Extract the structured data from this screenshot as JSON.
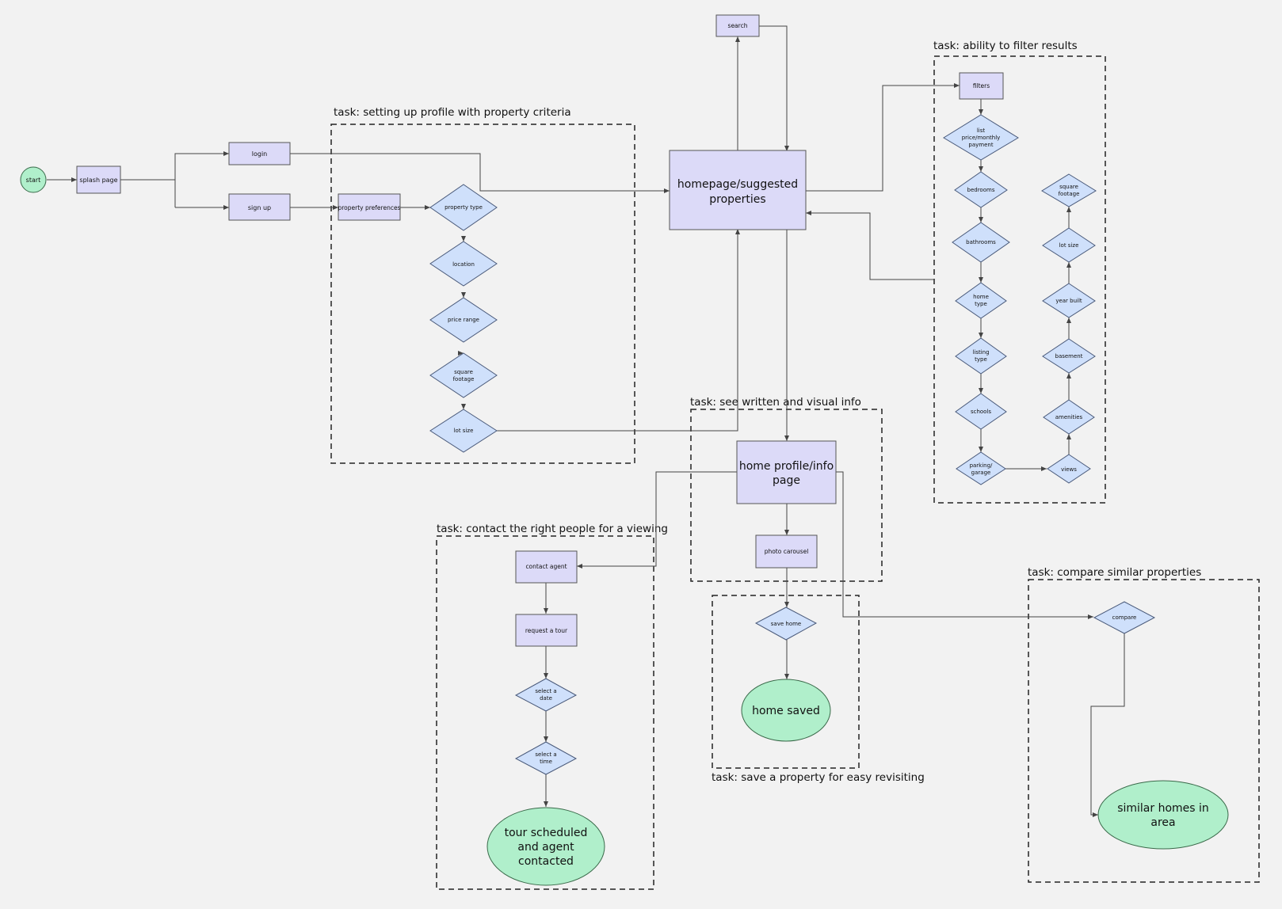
{
  "groups": {
    "profile": "task: setting up profile with property criteria",
    "filter": "task: ability to filter results",
    "info": "task: see written and visual info",
    "contact": "task: contact the right people for a viewing",
    "save": "task: save a property for easy revisiting",
    "compare": "task: compare similar properties"
  },
  "nodes": {
    "start": "start",
    "splash": "splash page",
    "login": "login",
    "signup": "sign up",
    "prefs": "property preferences",
    "ptype": "property type",
    "location": "location",
    "price": "price range",
    "sqft": "square footage",
    "lot": "lot size",
    "homepage": "homepage/suggested properties",
    "search": "search",
    "filters": "filters",
    "listprice": "list price/monthly payment",
    "bedrooms": "bedrooms",
    "bathrooms": "bathrooms",
    "hometype": "home type",
    "listingtype": "listing type",
    "schools": "schools",
    "parking": "parking/ garage",
    "views": "views",
    "amenities": "amenities",
    "basement": "basement",
    "yearbuilt": "year built",
    "lotsize2": "lot size",
    "sqft2": "square footage",
    "profile": "home profile/info page",
    "carousel": "photo carousel",
    "contact": "contact agent",
    "tour": "request a tour",
    "date": "select a date",
    "time": "select a time",
    "scheduled": "tour scheduled and agent contacted",
    "savehome": "save home",
    "saved": "home saved",
    "compare": "compare",
    "similar": "similar homes in area"
  }
}
